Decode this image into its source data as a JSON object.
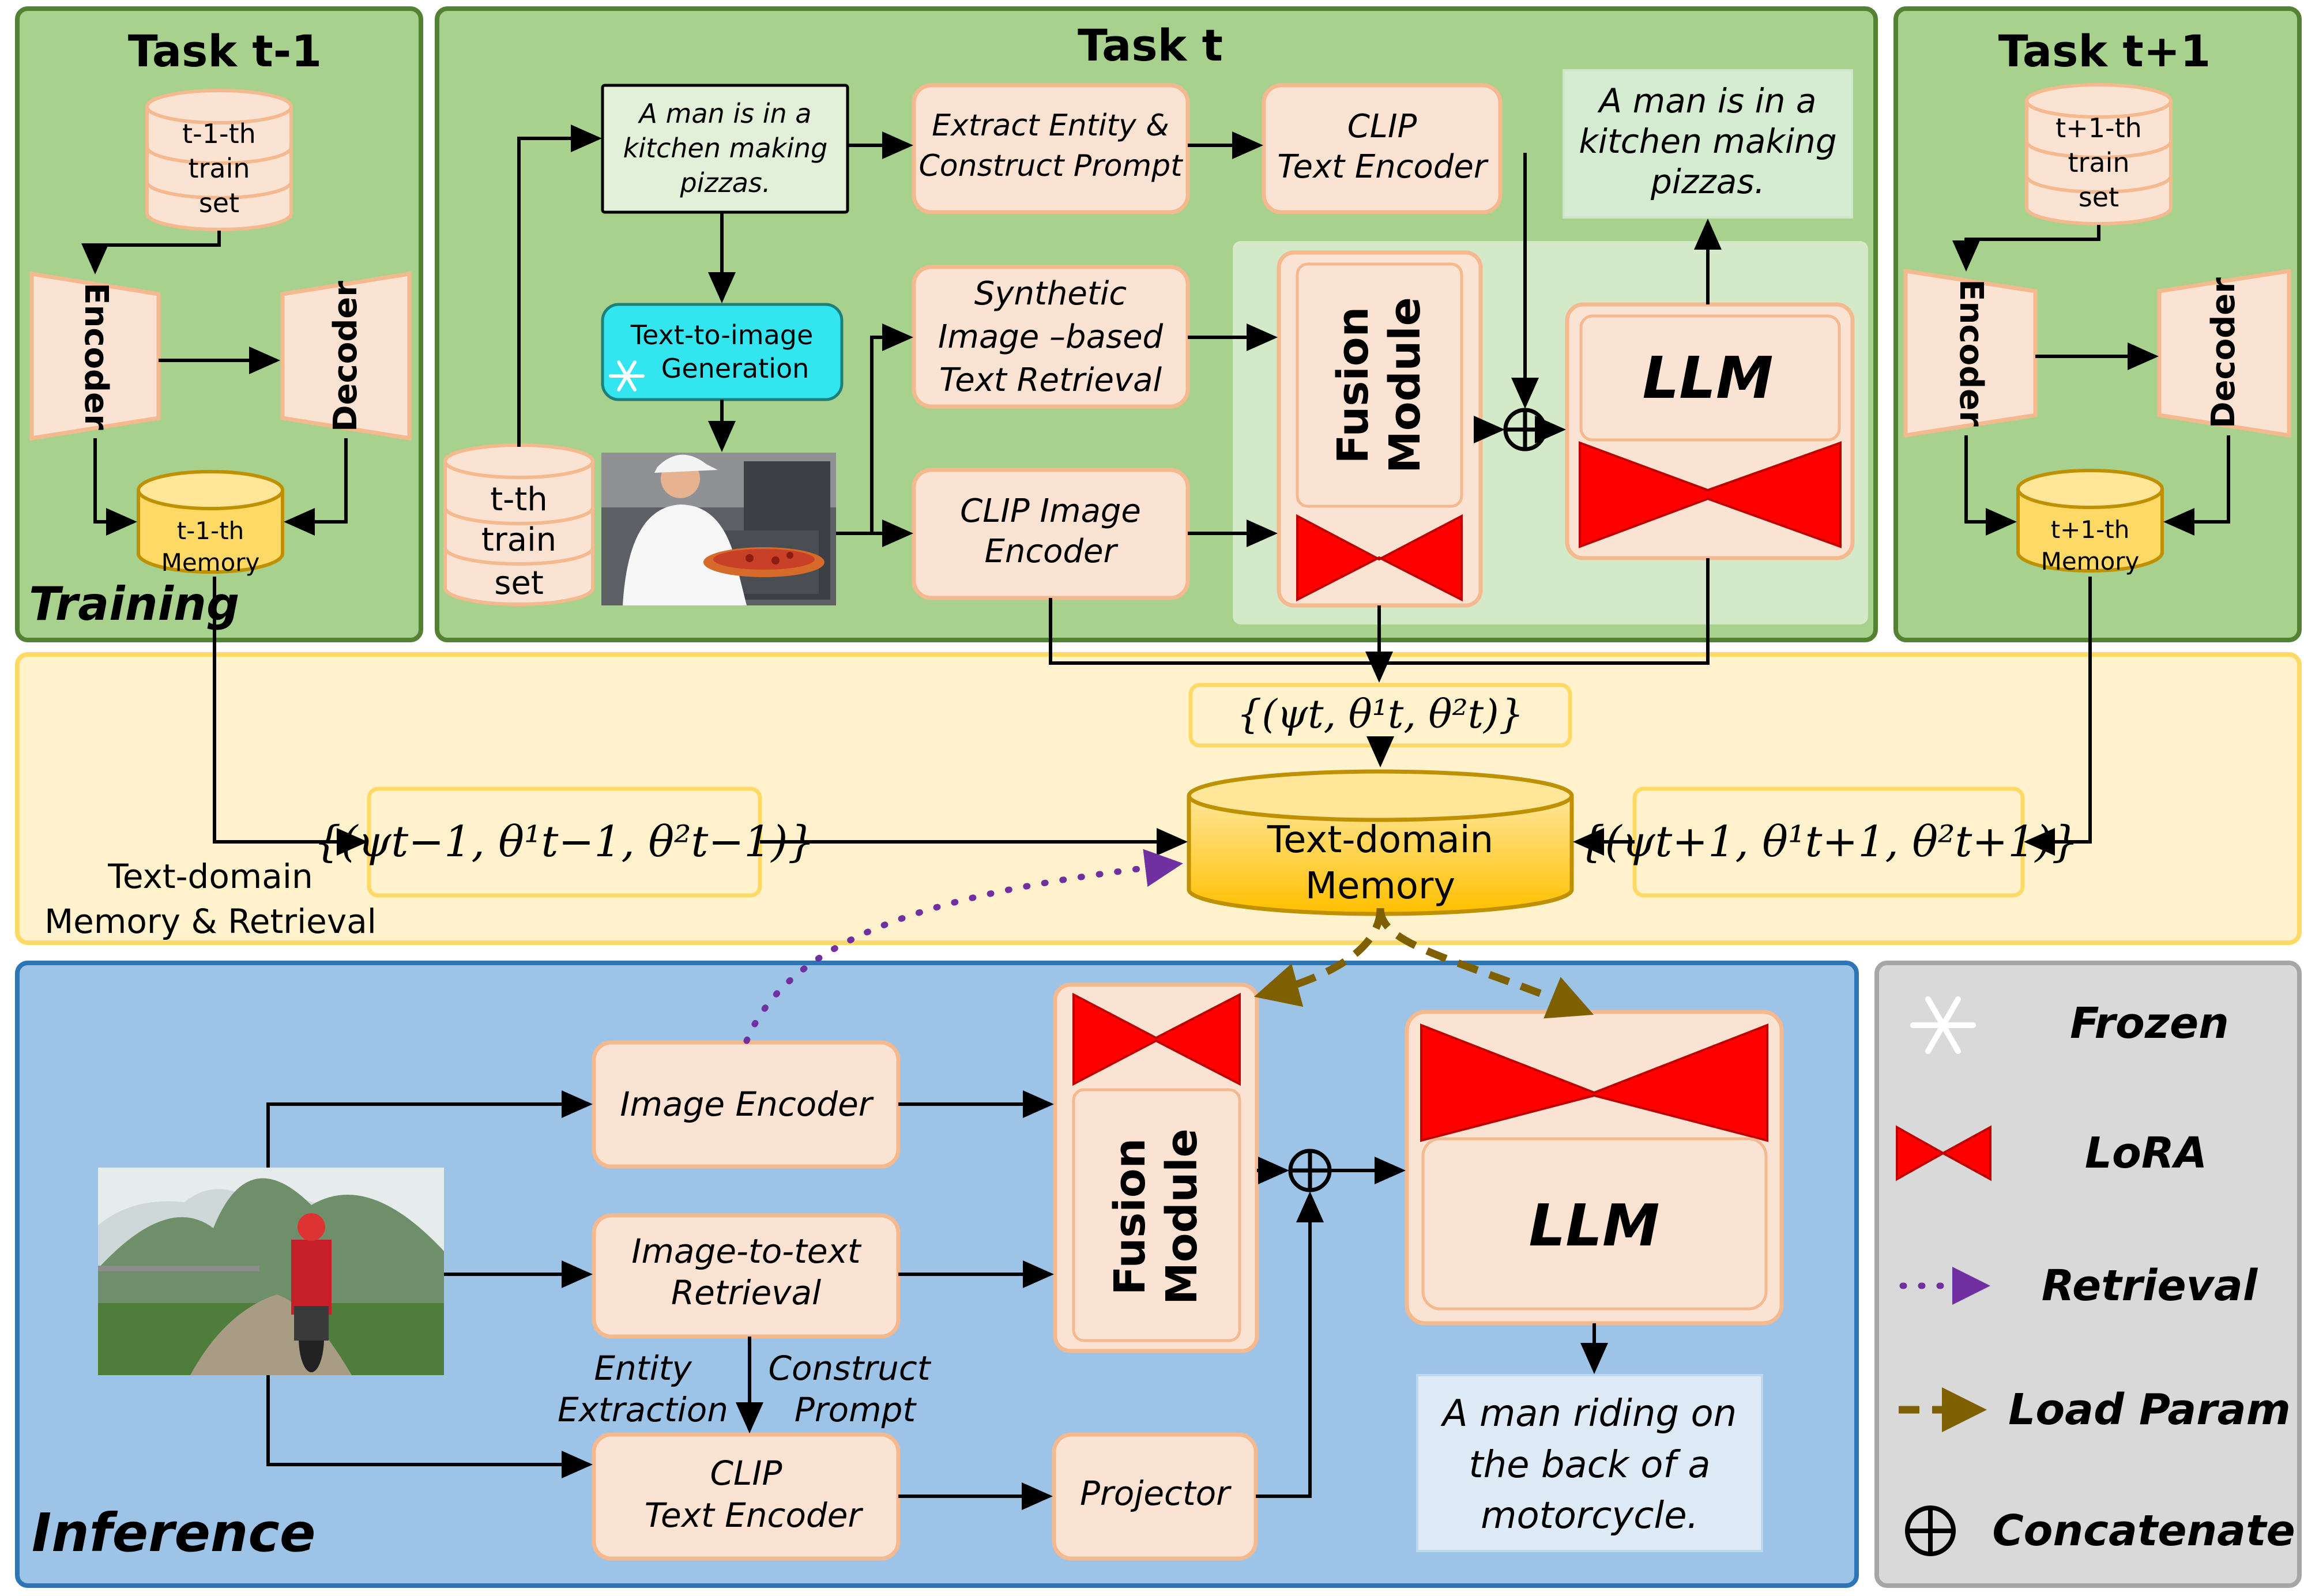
{
  "panels": {
    "task_prev": {
      "title": "Task t-1",
      "db": [
        "t-1-th",
        "train",
        "set"
      ],
      "encoder": "Encoder",
      "decoder": "Decoder",
      "memory": [
        "t-1-th",
        "Memory"
      ],
      "training_label": "Training"
    },
    "task_cur": {
      "title": "Task t",
      "caption": [
        "A man is in a",
        "kitchen making",
        "pizzas."
      ],
      "t2i": [
        "Text-to-image",
        "Generation"
      ],
      "db": [
        "t-th",
        "train",
        "set"
      ],
      "extract": [
        "Extract Entity &",
        "Construct Prompt"
      ],
      "clip_text": [
        "CLIP",
        "Text Encoder"
      ],
      "synthetic": [
        "Synthetic",
        "Image –based",
        "Text Retrieval"
      ],
      "clip_image": [
        "CLIP Image",
        "Encoder"
      ],
      "fusion": [
        "Fusion",
        "Module"
      ],
      "llm": "LLM",
      "output": [
        "A man is in a",
        "kitchen making",
        "pizzas."
      ]
    },
    "task_next": {
      "title": "Task t+1",
      "db": [
        "t+1-th",
        "train",
        "set"
      ],
      "encoder": "Encoder",
      "decoder": "Decoder",
      "memory": [
        "t+1-th",
        "Memory"
      ]
    },
    "memory_band": {
      "label": [
        "Text-domain",
        "Memory & Retrieval"
      ],
      "memory": [
        "Text-domain",
        "Memory"
      ],
      "params_prev": "{(ψt−1, θ¹t−1, θ²t−1)}",
      "params_cur": "{(ψt, θ¹t, θ²t)}",
      "params_next": "{(ψt+1, θ¹t+1, θ²t+1)}"
    },
    "inference": {
      "label": "Inference",
      "image_encoder": "Image Encoder",
      "i2t": [
        "Image-to-text",
        "Retrieval"
      ],
      "entity": [
        "Entity",
        "Extraction"
      ],
      "construct": [
        "Construct",
        "Prompt"
      ],
      "clip_text": [
        "CLIP",
        "Text Encoder"
      ],
      "projector": "Projector",
      "fusion": [
        "Fusion",
        "Module"
      ],
      "llm": "LLM",
      "output": [
        "A man riding on",
        "the back of a",
        "motorcycle."
      ]
    },
    "legend": {
      "frozen": "Frozen",
      "lora": "LoRA",
      "retrieval": "Retrieval",
      "load": "Load Param",
      "concat": "Concatenate"
    }
  },
  "colors": {
    "green_panel": "#a9d18e",
    "green_border": "#548235",
    "yellow_band": "#fff2cc",
    "yellow_border": "#ffd966",
    "blue_panel": "#9dc3e6",
    "blue_border": "#2e75b6",
    "grey_panel": "#d9d9d9",
    "node_fill": "#fbe3d3",
    "node_border": "#f5b98f",
    "memory_fill": "#ffd966",
    "lora": "#ff0000",
    "t2i": "#33e5ee"
  },
  "icons": [
    "snowflake-icon",
    "lora-bowtie-icon",
    "concat-icon",
    "database-icon",
    "pizza-photo",
    "motorcycle-photo"
  ]
}
